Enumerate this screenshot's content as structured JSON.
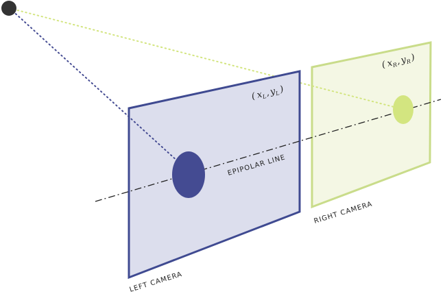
{
  "labels": {
    "left_camera": "LEFT CAMERA",
    "right_camera": "RIGHT CAMERA",
    "epipolar_line": "EPIPOLAR LINE"
  },
  "coords": {
    "left": {
      "open": "(",
      "x": "x",
      "x_sub": "L",
      "comma": ",",
      "y": "y",
      "y_sub": "L",
      "close": ")"
    },
    "right": {
      "open": "(",
      "x": "x",
      "x_sub": "R",
      "comma": ",",
      "y": "y",
      "y_sub": "R",
      "close": ")"
    }
  },
  "colors": {
    "left_plane_fill": "#dcdeed",
    "left_plane_stroke": "#3f4a91",
    "left_point": "#444b92",
    "right_plane_fill": "#f4f7e4",
    "right_plane_stroke": "#c9dc8a",
    "right_point": "#d3e580",
    "source_point": "#333333",
    "epipolar_line": "#222222"
  }
}
